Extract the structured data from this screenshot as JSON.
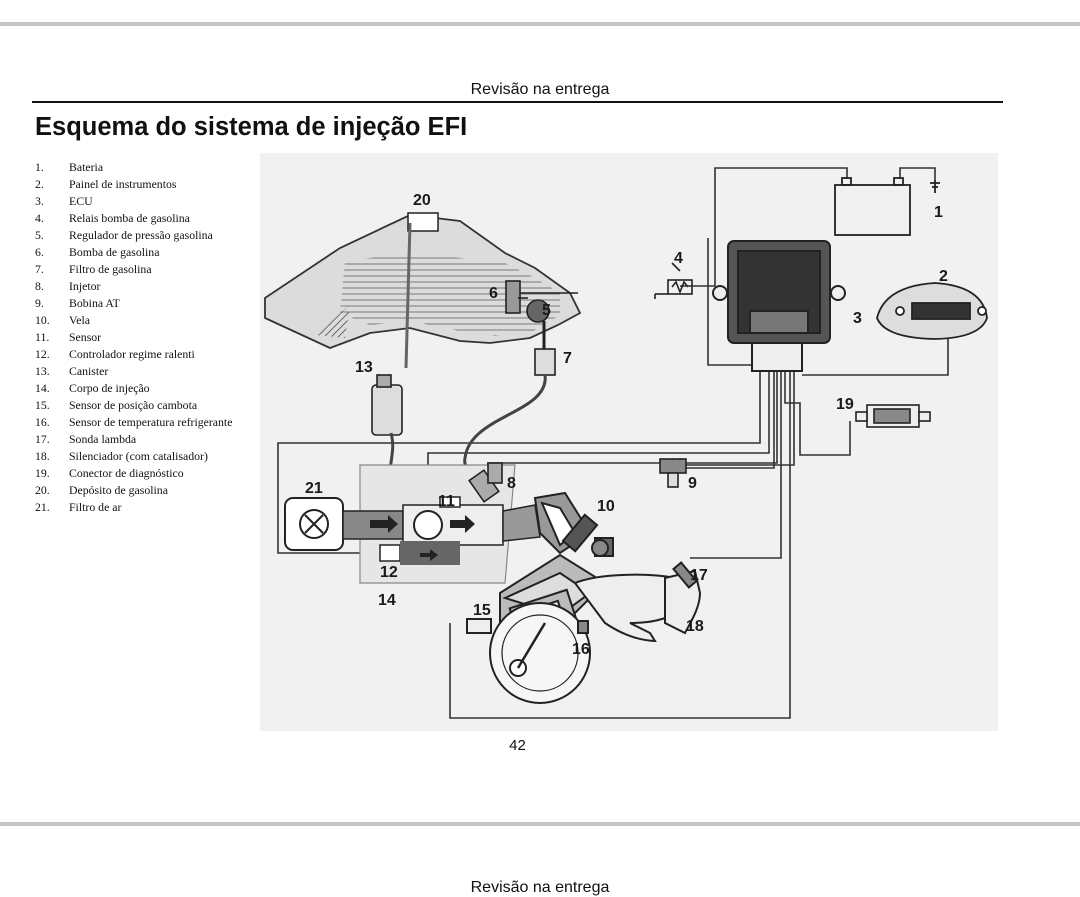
{
  "page": {
    "header": "Revisão na entrega",
    "title": "Esquema do sistema de injeção EFI",
    "page_number": "42",
    "next_header": "Revisão na entrega"
  },
  "legend": [
    {
      "num": "1.",
      "label": "Bateria"
    },
    {
      "num": "2.",
      "label": "Painel de instrumentos"
    },
    {
      "num": "3.",
      "label": "ECU"
    },
    {
      "num": "4.",
      "label": "Relais bomba de gasolina"
    },
    {
      "num": "5.",
      "label": "Regulador de pressão gasolina"
    },
    {
      "num": "6.",
      "label": "Bomba de gasolina"
    },
    {
      "num": "7.",
      "label": "Filtro de gasolina"
    },
    {
      "num": "8.",
      "label": "Injetor"
    },
    {
      "num": "9.",
      "label": "Bobina AT"
    },
    {
      "num": "10.",
      "label": "Vela"
    },
    {
      "num": "11.",
      "label": "Sensor"
    },
    {
      "num": "12.",
      "label": "Controlador regime ralenti"
    },
    {
      "num": "13.",
      "label": "Canister"
    },
    {
      "num": "14.",
      "label": "Corpo de injeção"
    },
    {
      "num": "15.",
      "label": "Sensor de posição cambota"
    },
    {
      "num": "16.",
      "label": "Sensor de temperatura refrigerante"
    },
    {
      "num": "17.",
      "label": "Sonda lambda"
    },
    {
      "num": "18.",
      "label": "Silenciador (com catalisador)"
    },
    {
      "num": "19.",
      "label": "Conector de diagnóstico"
    },
    {
      "num": "20.",
      "label": "Depósito de gasolina"
    },
    {
      "num": "21.",
      "label": "Filtro de ar"
    }
  ],
  "diagram": {
    "callouts": [
      "1",
      "2",
      "3",
      "4",
      "5",
      "6",
      "7",
      "8",
      "9",
      "10",
      "11",
      "12",
      "13",
      "14",
      "15",
      "16",
      "17",
      "18",
      "19",
      "20",
      "21"
    ]
  },
  "colors": {
    "separator": "#c4c4c4",
    "diagram_bg": "#f1f1f1"
  }
}
